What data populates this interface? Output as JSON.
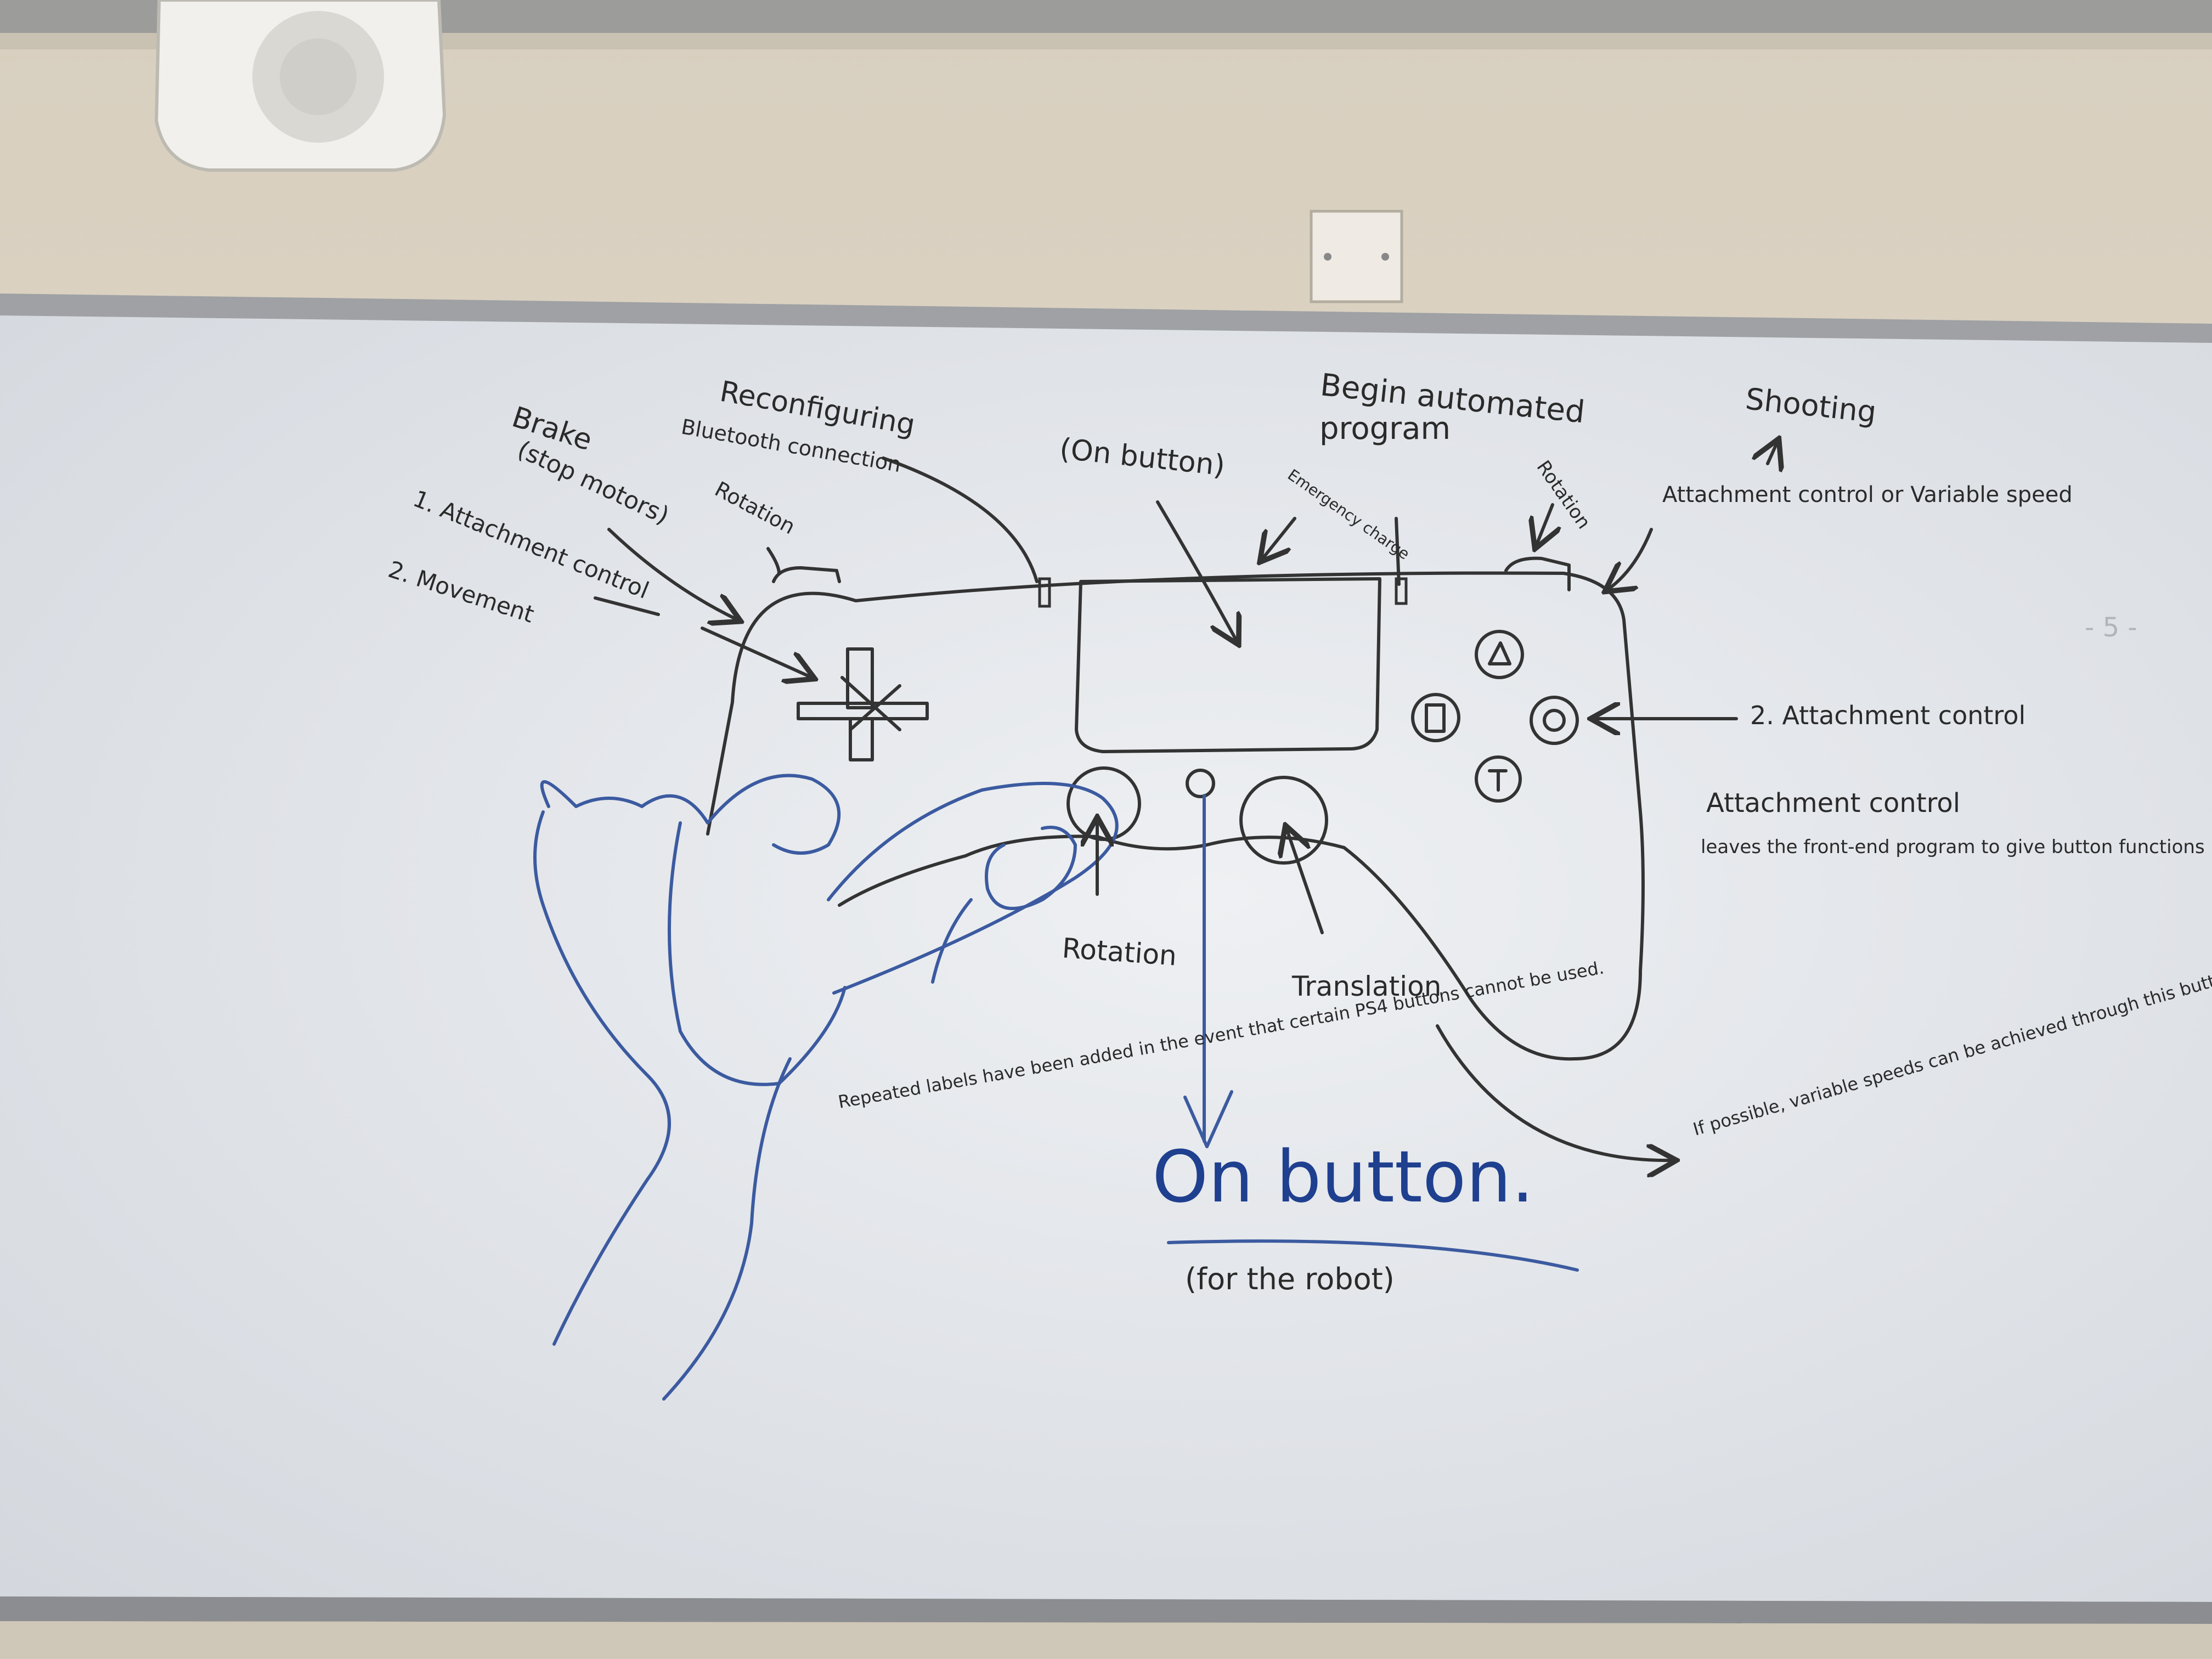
{
  "labels": {
    "brake": "Brake",
    "stop_motors": "(stop motors)",
    "reconfiguring": "Reconfiguring",
    "bluetooth": "Bluetooth connection",
    "rotation_left_bumper": "Rotation",
    "attachment_control_1": "1. Attachment control",
    "movement_2": "2. Movement",
    "on_button_note": "(On button)",
    "begin_automated": "Begin automated",
    "program": "program",
    "emergency_charge": "Emergency charge",
    "rotation_right_bumper": "Rotation",
    "shooting": "Shooting",
    "attachment_control_top": "Attachment control or Variable speed",
    "attachment_control_2": "2. Attachment control",
    "attachment_note_title": "Attachment control",
    "attachment_note_body": "leaves the front-end program to give button functions",
    "rotation_stick": "Rotation",
    "translation_stick": "Translation",
    "repeated_labels": "Repeated labels have been added in the event that certain PS4 buttons cannot be used.",
    "on_button_big": "On button.",
    "for_robot": "(for the robot)",
    "variable_speeds": "If possible, variable speeds can be achieved through this button rather than another dedicated button.",
    "margin_mark": "- 5 -"
  },
  "colors": {
    "wall": "#dcd3c4",
    "board": "#e6e9ee",
    "ink": "#333333",
    "blue_ink": "#3b5aa0"
  },
  "icons": [
    "speaker-icon",
    "wall-plate-icon",
    "triangle-button-icon",
    "circle-button-icon",
    "square-button-icon",
    "cross-button-icon",
    "dpad-icon",
    "ps-home-icon"
  ]
}
